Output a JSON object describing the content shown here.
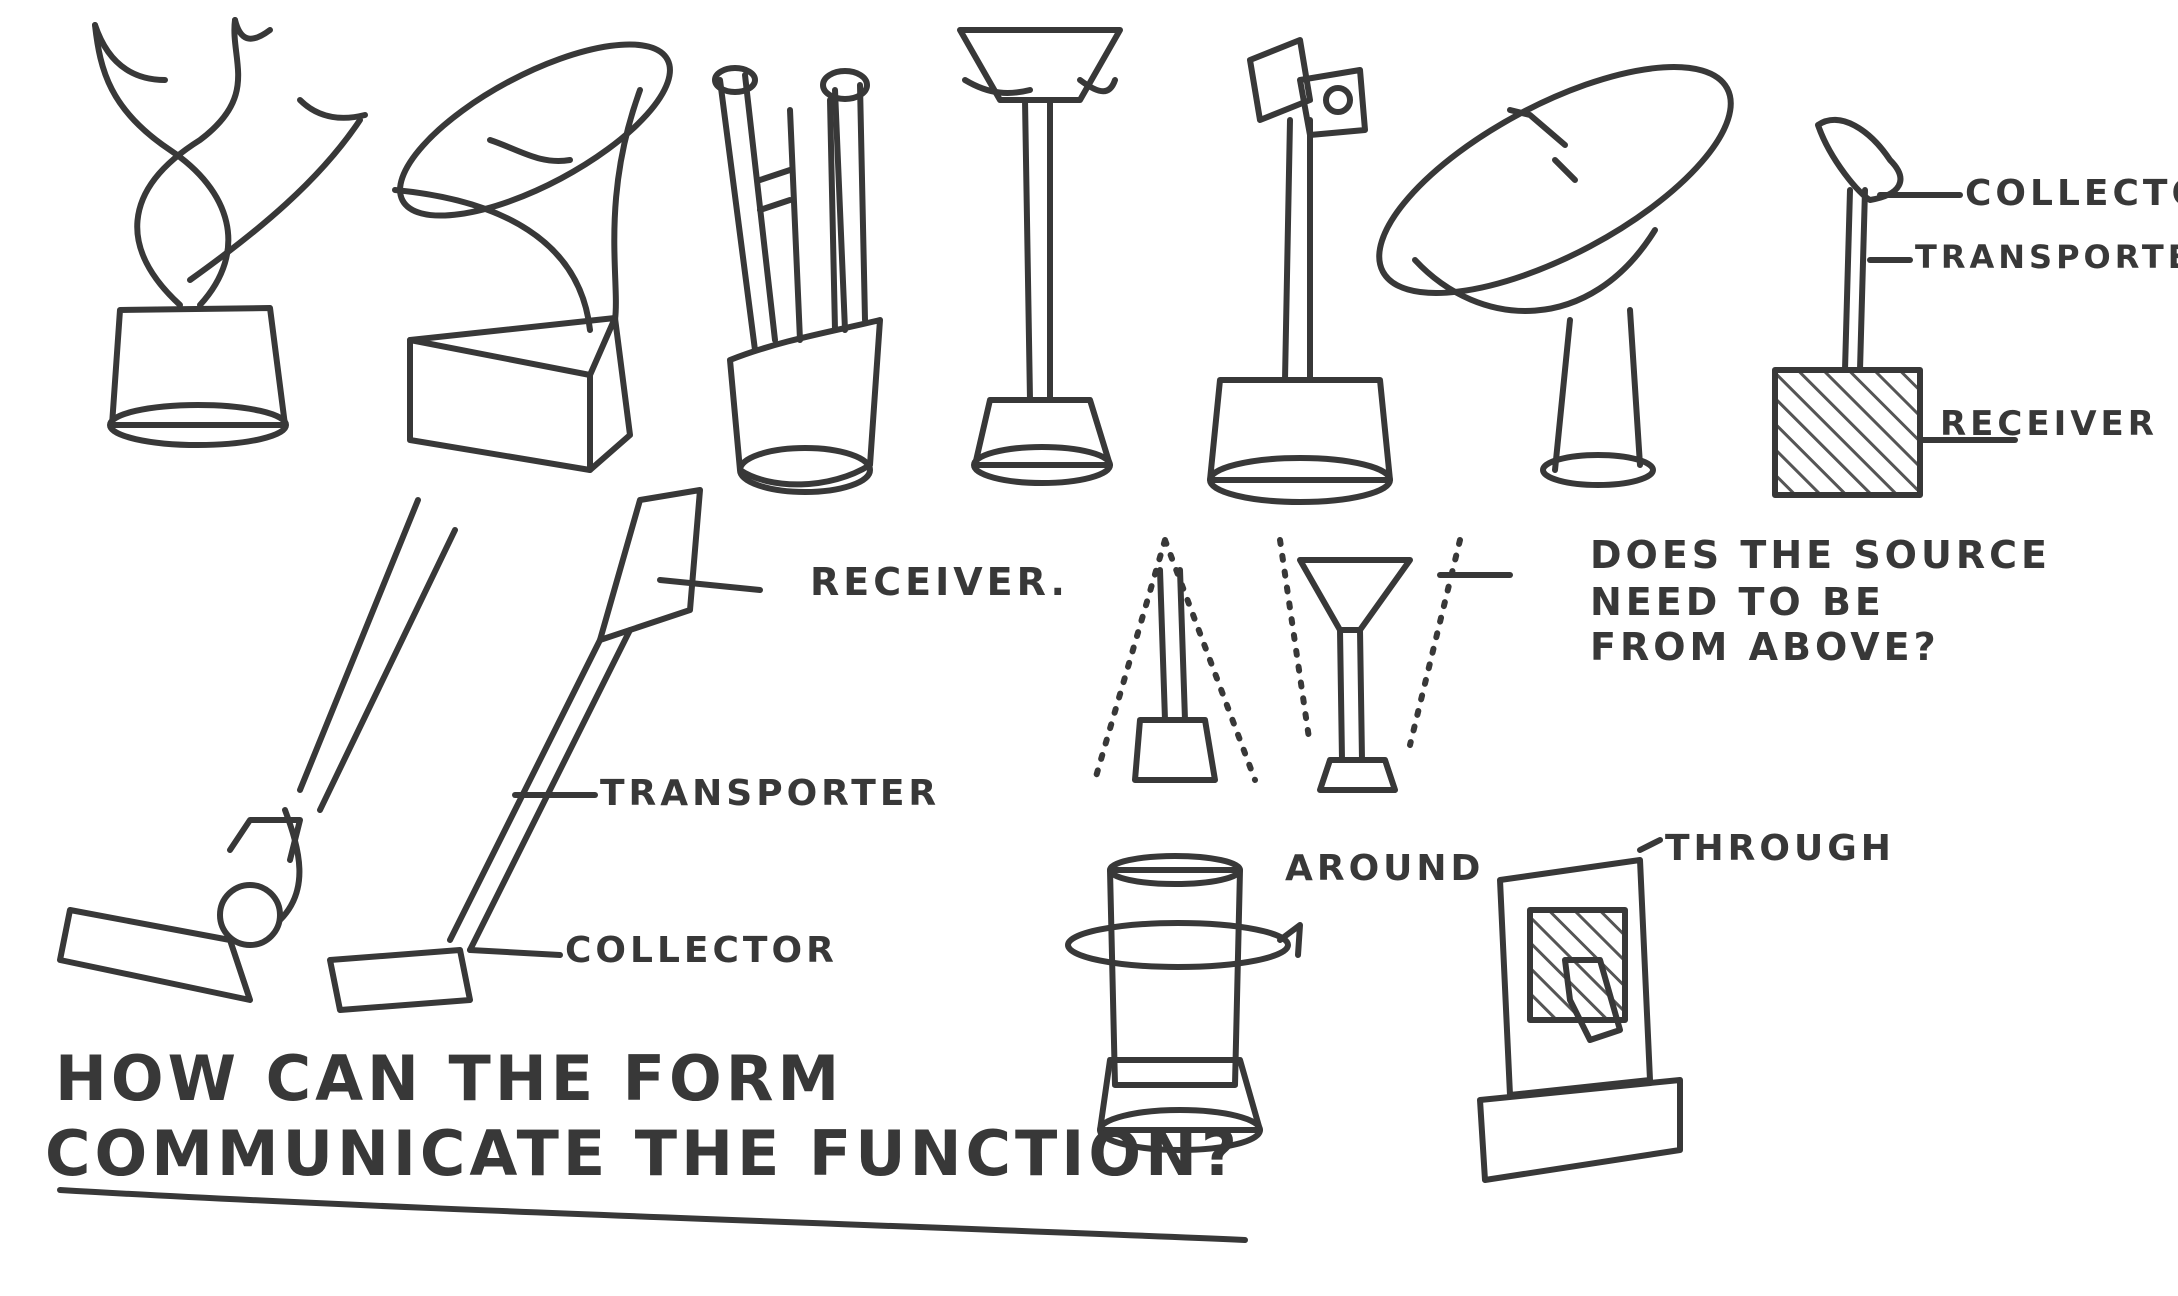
{
  "colors": {
    "ink": "#383838",
    "paper": "#ffffff",
    "hatch": "#555555"
  },
  "labels": {
    "collector_top": "COLLECTOR",
    "transporter_top": "TRANSPORTER",
    "receiver_top": "RECEIVER",
    "receiver_vacuum": "RECEIVER.",
    "transporter_vacuum": "TRANSPORTER",
    "collector_vacuum": "COLLECTOR",
    "question_source_1": "DOES THE SOURCE",
    "question_source_2": "NEED TO BE",
    "question_source_3": "FROM ABOVE?",
    "around": "AROUND",
    "through": "THROUGH",
    "main_question_1": "HOW CAN THE FORM",
    "main_question_2": "COMMUNICATE THE FUNCTION?"
  }
}
